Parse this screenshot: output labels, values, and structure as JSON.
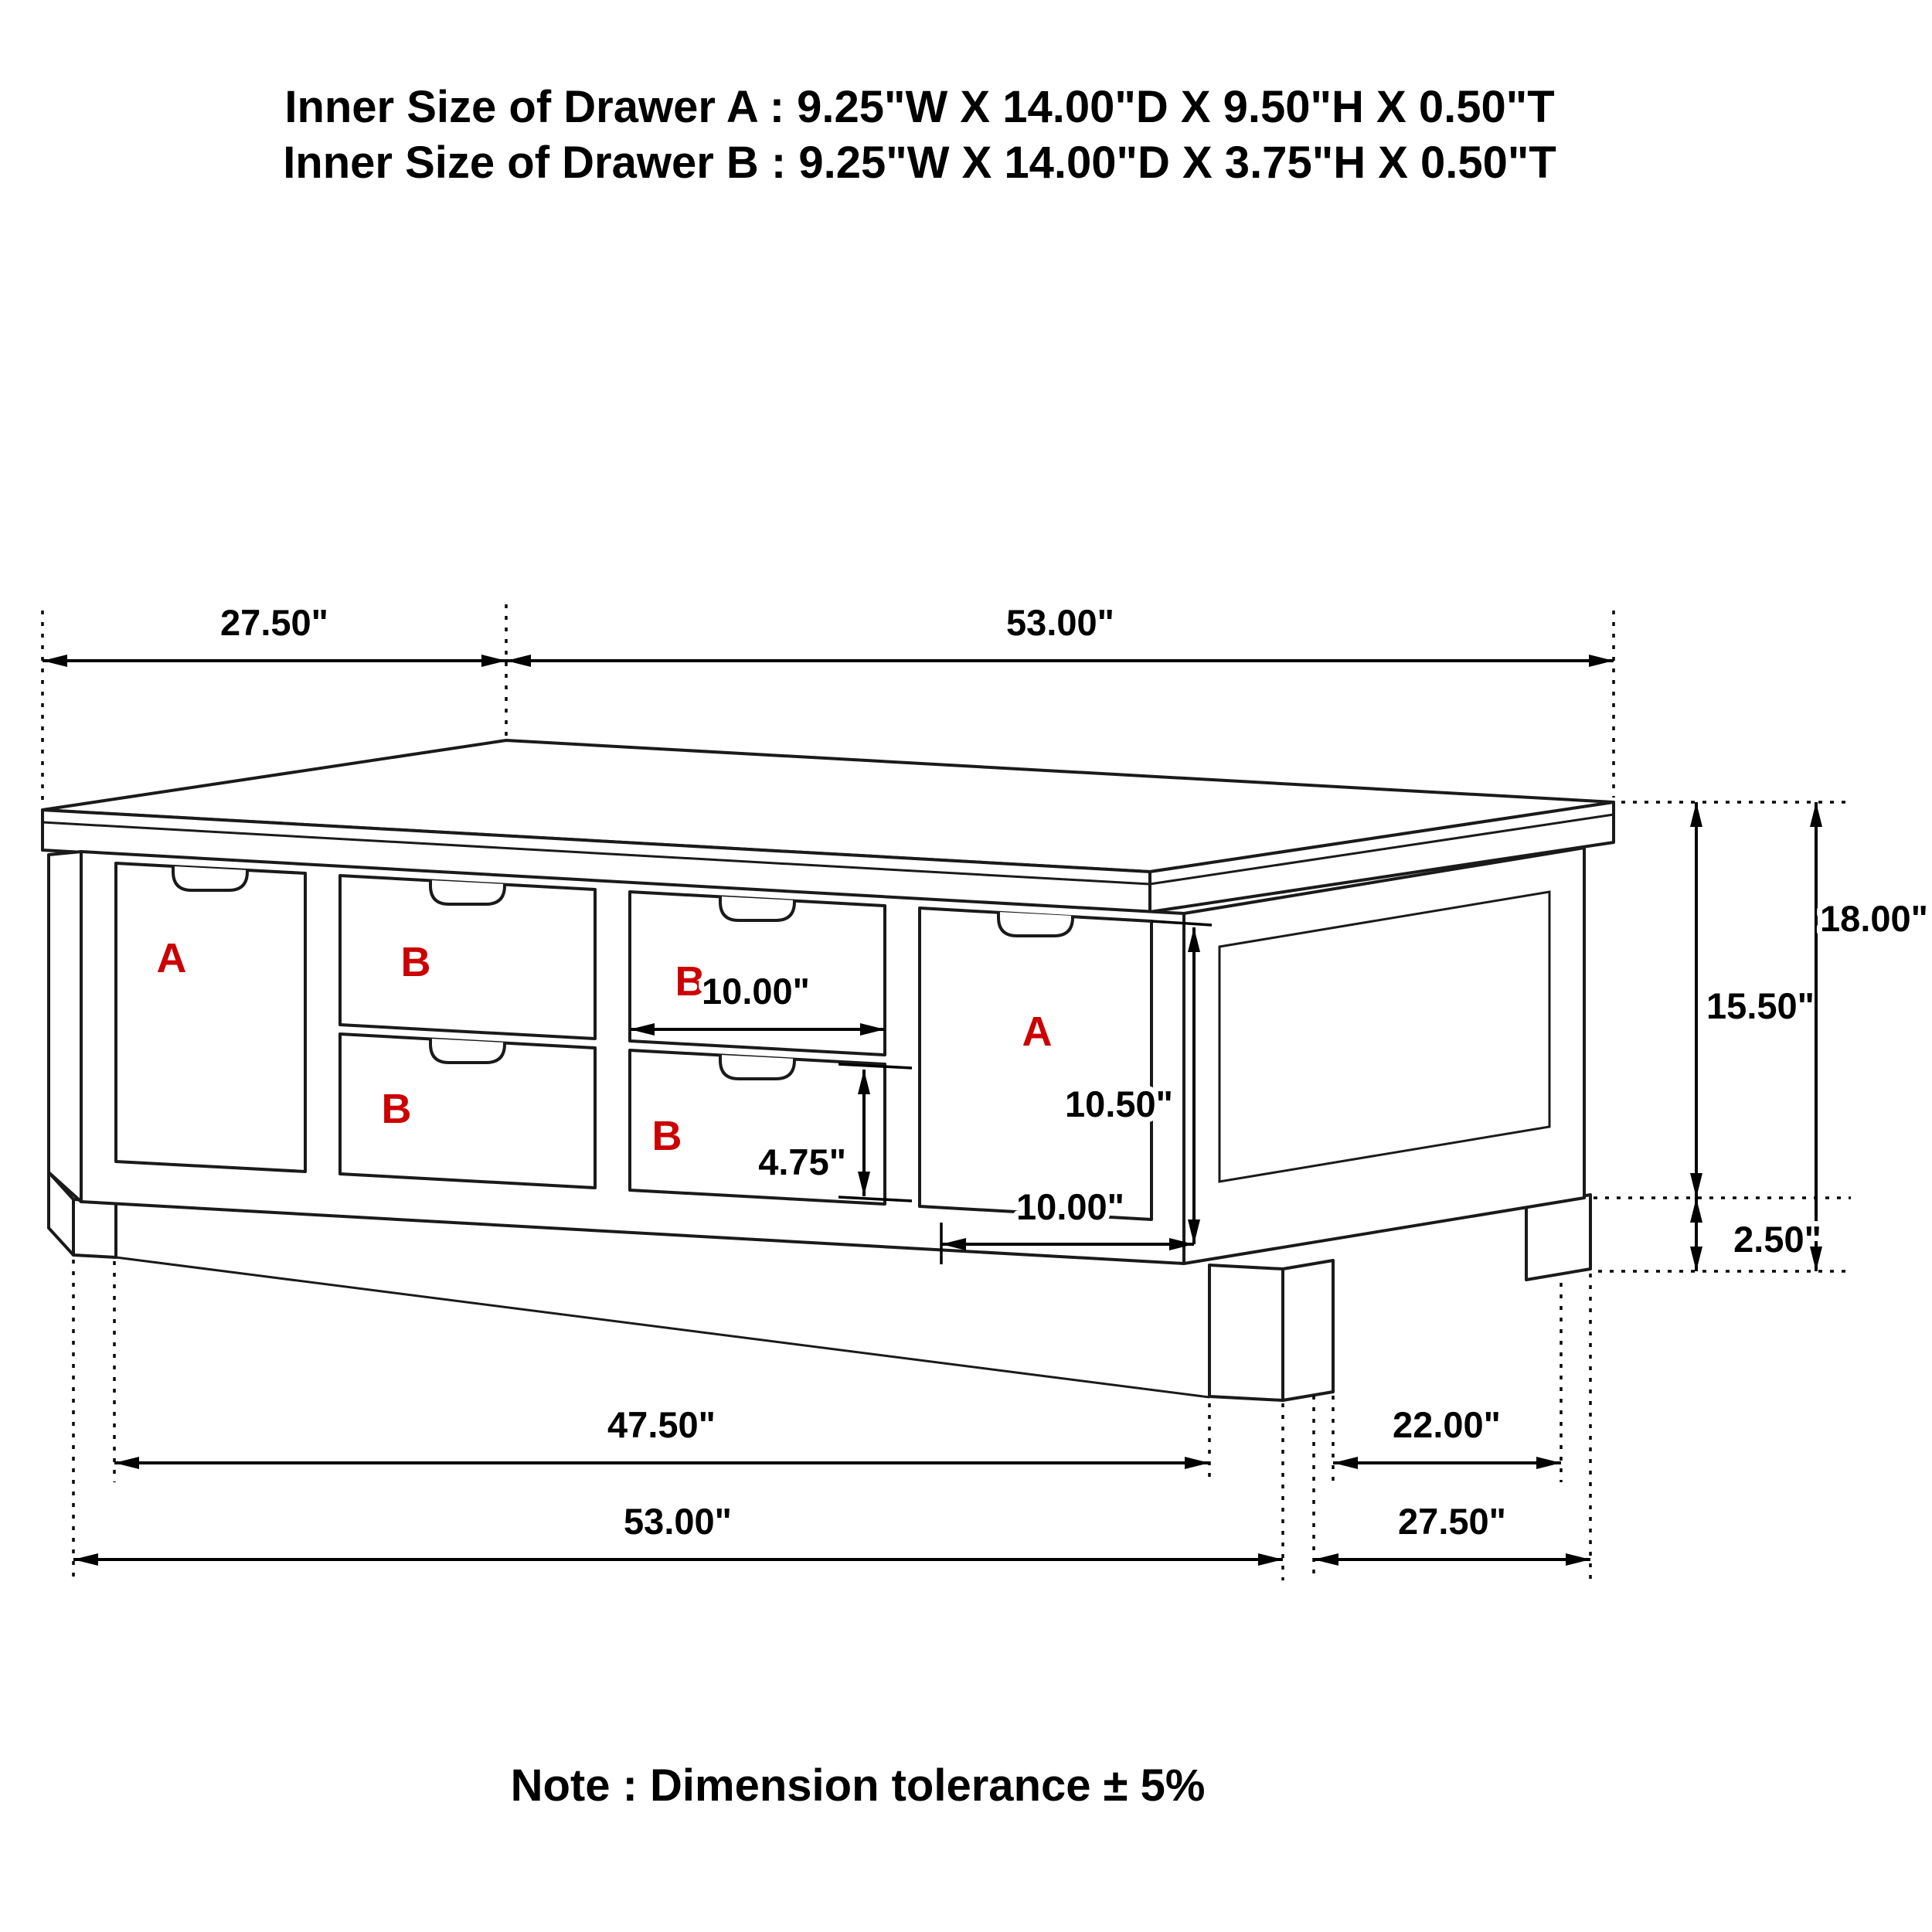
{
  "header": {
    "line_a": "Inner Size of Drawer A : 9.25\"W X 14.00\"D X 9.50\"H X 0.50\"T",
    "line_b": "Inner Size of Drawer B : 9.25\"W X 14.00\"D X 3.75\"H X 0.50\"T"
  },
  "note": "Note : Dimension tolerance ± 5%",
  "colors": {
    "line": "#1a1a1a",
    "label": "#000000",
    "drawer_letter": "#cc0000",
    "background": "#ffffff"
  },
  "dimensions": {
    "top_depth": "27.50\"",
    "top_width": "53.00\"",
    "overall_height": "18.00\"",
    "apron_height": "15.50\"",
    "leg_clearance": "2.50\"",
    "drawer_b_opening_width": "10.00\"",
    "drawer_a_opening_height": "10.50\"",
    "drawer_b_opening_height": "4.75\"",
    "drawer_a_opening_width": "10.00\"",
    "inner_front_width": "47.50\"",
    "inner_side_depth": "22.00\"",
    "bottom_front_width": "53.00\"",
    "bottom_side_depth": "27.50\""
  },
  "drawer_letters": {
    "left_a": "A",
    "top_left_b": "B",
    "top_right_b": "B",
    "right_a": "A",
    "bottom_left_b": "B",
    "bottom_right_b": "B"
  }
}
